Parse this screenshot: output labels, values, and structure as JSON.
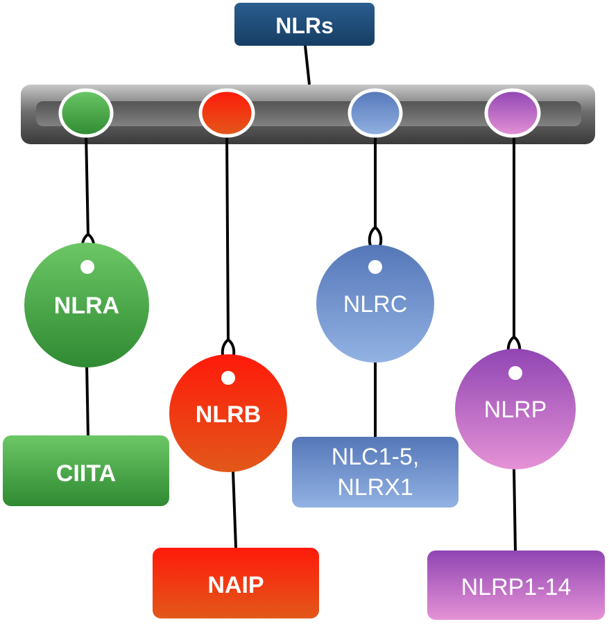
{
  "root": {
    "label": "NLRs",
    "color": "#1f4e79"
  },
  "families": [
    {
      "id": "nlra",
      "circle_label": "NLRA",
      "box_label": "CIITA",
      "color": "#4aa84a"
    },
    {
      "id": "nlrb",
      "circle_label": "NLRB",
      "box_label": "NAIP",
      "color": "#f03a10"
    },
    {
      "id": "nlrc",
      "circle_label": "NLRC",
      "box_label_lines": [
        "NLC1-5,",
        "NLRX1"
      ],
      "color": "#6f90cc"
    },
    {
      "id": "nlrp",
      "circle_label": "NLRP",
      "box_label": "NLRP1-14",
      "color": "#b868c8"
    }
  ]
}
